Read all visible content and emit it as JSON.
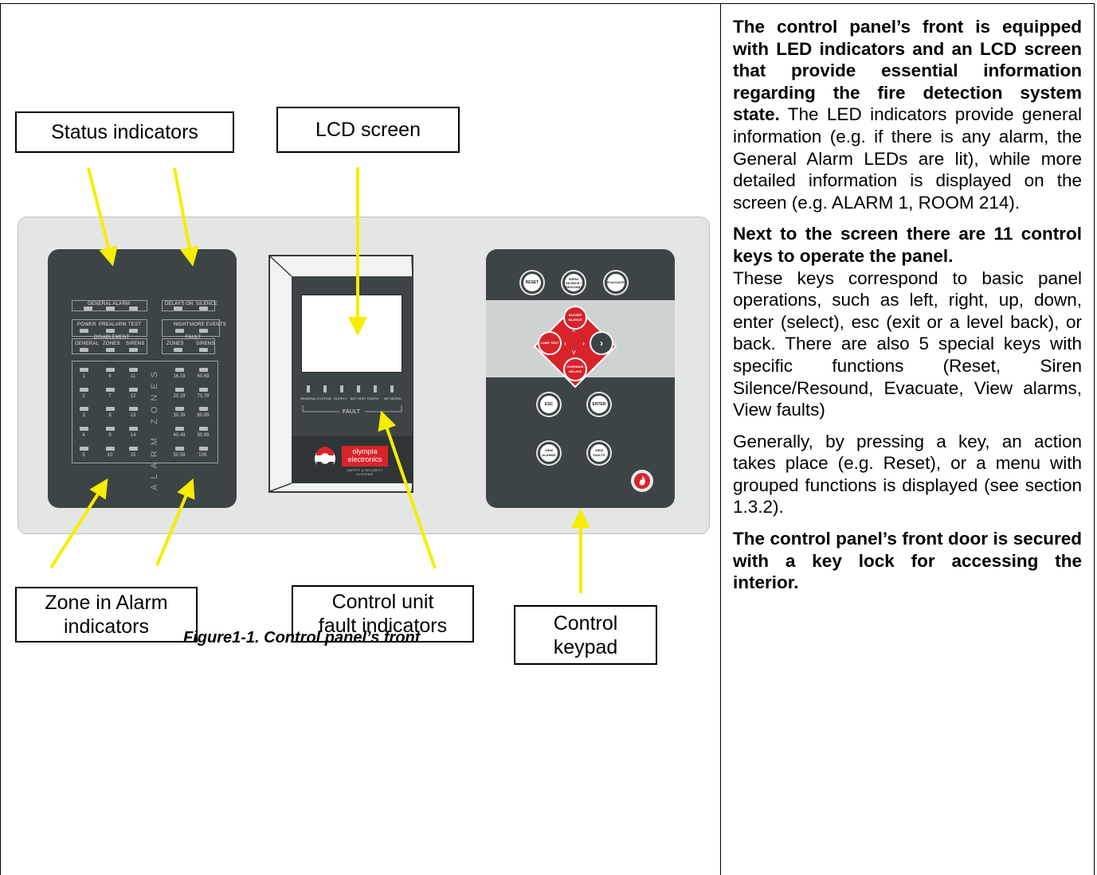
{
  "callouts": {
    "status_indicators": "Status indicators",
    "lcd_screen": "LCD screen",
    "zone_alarm_line1": "Zone in Alarm",
    "zone_alarm_line2": "indicators",
    "fault_line1": "Control unit",
    "fault_line2": "fault indicators",
    "keypad_line1": "Control",
    "keypad_line2": "keypad"
  },
  "panel": {
    "status_left": {
      "general_alarm": "GENERAL ALARM",
      "row2": [
        "POWER",
        "PREALARM",
        "TEST"
      ],
      "disablement": "DISABLEMENT",
      "row3": [
        "GENERAL",
        "ZONES",
        "SIRENS"
      ]
    },
    "status_right": {
      "row1": [
        "DELAYS ON",
        "SILENCE"
      ],
      "row2": [
        "NIGHT",
        "MORE EVENTS"
      ],
      "fault": "FAULT",
      "row3": [
        "ZONES",
        "SIRENS"
      ]
    },
    "zones_word": "ALARM ZONES",
    "zone_numbers": [
      [
        "1",
        "6",
        "11",
        "16.19",
        "60.69"
      ],
      [
        "2",
        "7",
        "12",
        "20.29",
        "70.79"
      ],
      [
        "3",
        "8",
        "13",
        "30.39",
        "80.89"
      ],
      [
        "4",
        "9",
        "14",
        "40.49",
        "90.99"
      ],
      [
        "5",
        "10",
        "15",
        "50.59",
        "100."
      ]
    ],
    "fault_leds": [
      "GENERAL",
      "SYSTEM",
      "SUPPLY",
      "BATTERY",
      "EARTH",
      "NETWORK"
    ],
    "fault_caption": "FAULT",
    "brand_line1": "olympia",
    "brand_line2": "electronics",
    "brand_tagline": "SAFETY & SECURITY SYSTEMS",
    "keys": {
      "reset": "RESET",
      "siren": "SIREN SILENCE / RESOUND",
      "evacuate": "EVACUATE",
      "buzzer": "BUZZER SILENCE",
      "lamp_test": "LAMP TEST",
      "override": "OVERRIDE DELAYS",
      "esc": "ESC",
      "enter": "ENTER",
      "view_alarms": "VIEW ALARMS",
      "view_faults": "VIEW FAULTS"
    }
  },
  "caption": "Figure1-1. Control panel’s front",
  "text": {
    "p1_bold": "The control panel’s front is equipped with LED indicators and an LCD screen that provide essential information regarding the fire detection system state.",
    "p1_body": "The LED indicators provide general information (e.g. if there is any alarm, the General Alarm LEDs are lit), while more detailed information is displayed on the screen (e.g. ALARM 1, ROOM 214).",
    "p2_bold": "Next to the screen there are 11 control keys to operate the panel.",
    "p2_body": "These keys correspond to basic panel operations, such as left, right, up, down, enter (select), esc (exit or a level back), or back. There are also 5 special keys with specific functions (Reset, Siren Silence/Resound, Evacuate, View alarms, View faults)",
    "p3": "Generally, by pressing a key, an action takes place (e.g. Reset), or a menu with grouped functions is displayed (see section 1.3.2).",
    "p4_bold": "The control panel’s front door is secured with a key lock for accessing the interior."
  }
}
